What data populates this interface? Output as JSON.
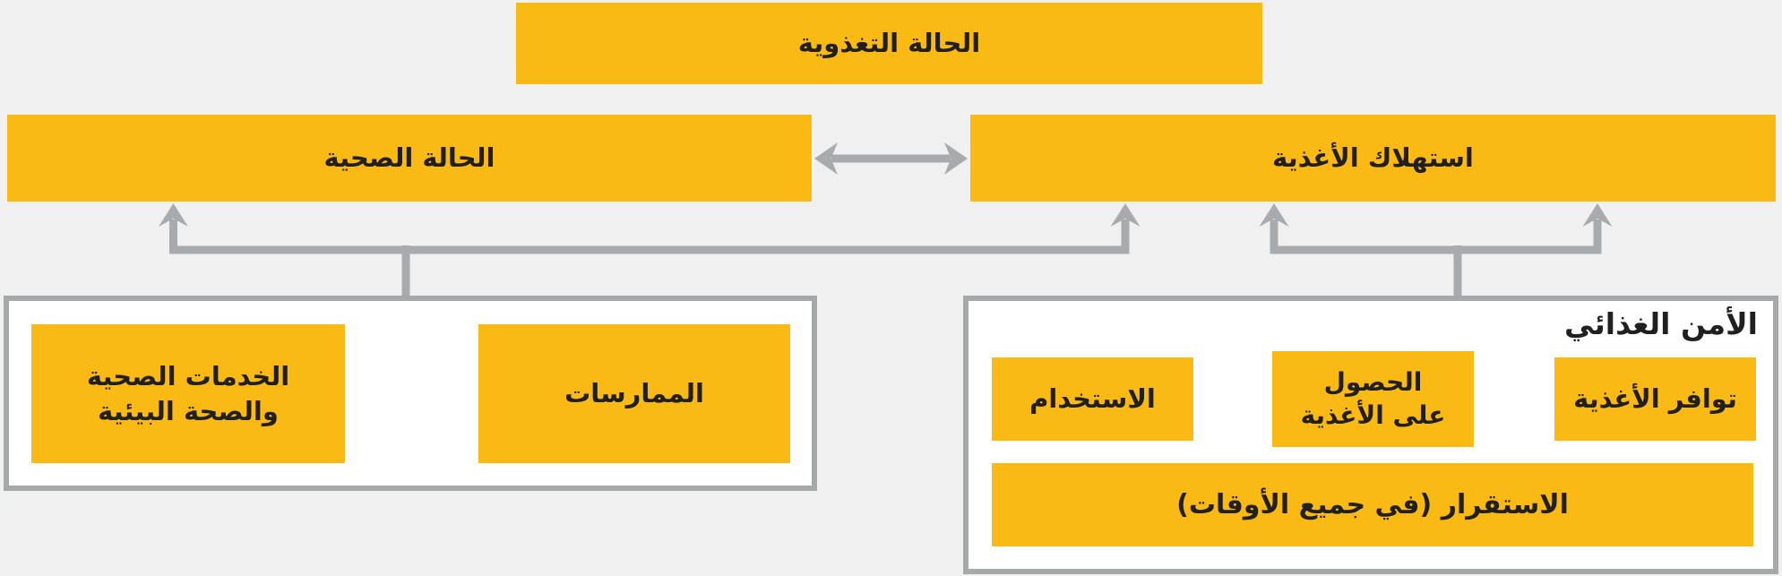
{
  "colors": {
    "background": "#F0F0F1",
    "box_yellow": "#FBB913",
    "connector_gray": "#A8ABAD",
    "container_border_gray": "#A6A9AA",
    "container_white": "#FFFFFF",
    "text_black": "#221F20"
  },
  "nodes": {
    "nutritional_status": "الحالة التغذوية",
    "health_status": "الحالة الصحية",
    "food_consumption": "استهلاك الأغذية",
    "health_services_line1": "الخدمات الصحية",
    "health_services_line2": "والصحة البيئية",
    "practices": "الممارسات",
    "food_security": "الأمن الغذائي",
    "utilization": "الاستخدام",
    "food_access_line1": "الحصول",
    "food_access_line2": "على الأغذية",
    "food_availability": "توافر الأغذية",
    "stability": "الاستقرار (في جميع الأوقات)"
  },
  "icons": {
    "up_arrow": "up-arrow-icon",
    "double_headed_arrow": "double-arrow-icon",
    "left_arrow": "left-arrow-icon"
  }
}
